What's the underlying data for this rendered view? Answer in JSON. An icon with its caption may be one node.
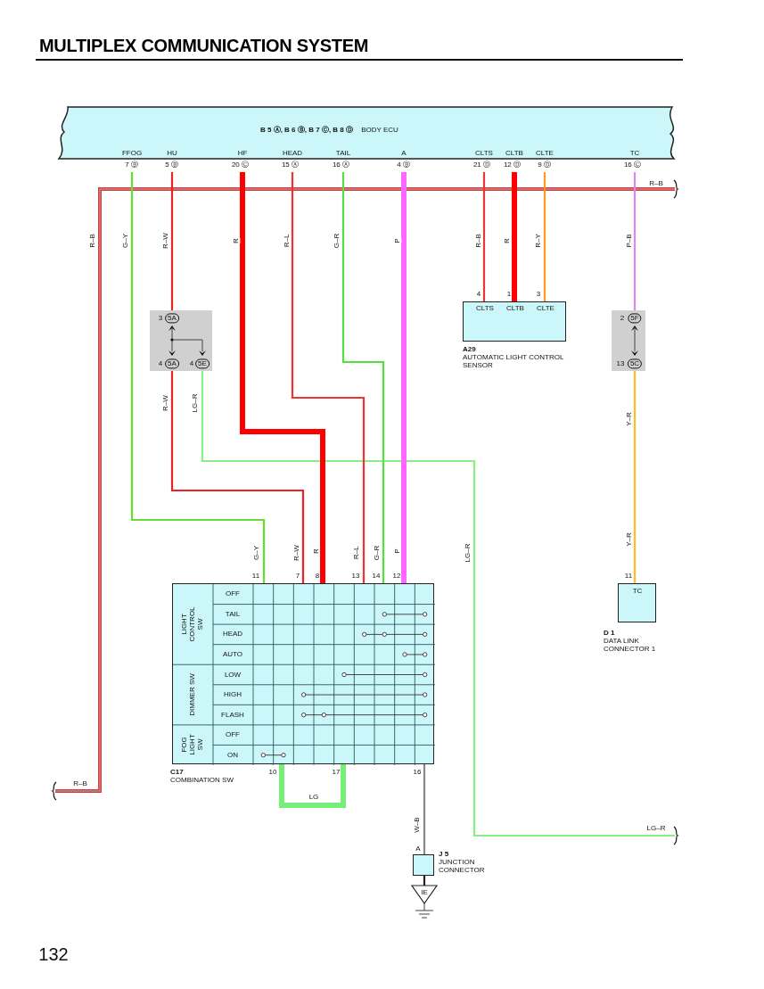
{
  "diagram": {
    "title": "MULTIPLEX COMMUNICATION SYSTEM",
    "nodes": [
      {
        "text": [
          "B 5 Ⓐ, B 6 Ⓑ, B 7 Ⓒ, B 8 Ⓓ",
          "BODY ECU",
          "FFOG",
          "HU",
          "HF",
          "HEAD",
          "TAIL",
          "A",
          "CLTS",
          "CLTB",
          "CLTE",
          "TC"
        ]
      },
      {
        "text": [
          "3",
          "5A",
          "4",
          "5A",
          "4",
          "5E"
        ]
      },
      {
        "text": [
          "2",
          "5F",
          "13",
          "5C"
        ]
      },
      {
        "text": [
          "CLTS",
          "CLTB",
          "CLTE",
          "A29",
          "AUTOMATIC LIGHT CONTROL SENSOR"
        ]
      },
      {
        "text": [
          "TC",
          "D 1",
          "DATA LINK CONNECTOR 1"
        ]
      },
      {
        "text": [
          "LIGHT CONTROL SW",
          "OFF",
          "TAIL",
          "HEAD",
          "AUTO",
          "DIMMER SW",
          "LOW",
          "HIGH",
          "FLASH",
          "FOG LIGHT SW",
          "OFF",
          "ON",
          "C17",
          "COMBINATION SW"
        ]
      },
      {
        "text": [
          "J 5",
          "JUNCTION CONNECTOR"
        ]
      },
      {
        "text": [
          "IE"
        ]
      }
    ],
    "edges": [
      {
        "from": 0,
        "to": 5,
        "arrow": "none",
        "label": "G–Y",
        "color": "#66dd33"
      },
      {
        "from": 0,
        "to": 1,
        "arrow": "none",
        "label": "R–W",
        "color": "#ee2222"
      },
      {
        "from": 1,
        "to": 5,
        "arrow": "none",
        "label": "R–W",
        "color": "#ee2222"
      },
      {
        "from": 1,
        "to": null,
        "arrow": "none",
        "label": "LG–R",
        "color": "#88ee88"
      },
      {
        "from": 0,
        "to": 5,
        "arrow": "none",
        "label": "R",
        "color": "#ff0000",
        "style": "thick"
      },
      {
        "from": 0,
        "to": 5,
        "arrow": "none",
        "label": "R–L",
        "color": "#ee3333"
      },
      {
        "from": 0,
        "to": 5,
        "arrow": "none",
        "label": "G–R",
        "color": "#55dd44"
      },
      {
        "from": 0,
        "to": 5,
        "arrow": "none",
        "label": "P",
        "color": "#ff66ff",
        "style": "thick"
      },
      {
        "from": 0,
        "to": 3,
        "arrow": "none",
        "label": "R–B",
        "color": "#ee3333"
      },
      {
        "from": 0,
        "to": 3,
        "arrow": "none",
        "label": "R",
        "color": "#ff0000",
        "style": "thick"
      },
      {
        "from": 0,
        "to": 3,
        "arrow": "none",
        "label": "R–Y",
        "color": "#ff9922"
      },
      {
        "from": 0,
        "to": 2,
        "arrow": "none",
        "label": "P–B",
        "color": "#dd88ee"
      },
      {
        "from": 2,
        "to": 4,
        "arrow": "none",
        "label": "Y–R",
        "color": "#ffbb22"
      },
      {
        "from": 5,
        "to": 5,
        "arrow": "none",
        "label": "LG",
        "color": "#77ee77",
        "style": "thick"
      },
      {
        "from": 5,
        "to": 6,
        "arrow": "none",
        "label": "W–B",
        "color": "#888888"
      },
      {
        "from": 6,
        "to": 7,
        "arrow": "none",
        "color": "#222222"
      }
    ],
    "labels": [
      "7 Ⓑ",
      "5 Ⓑ",
      "20 Ⓒ",
      "15 Ⓐ",
      "16 Ⓐ",
      "4 Ⓑ",
      "21 Ⓓ",
      "12 Ⓓ",
      "9 Ⓓ",
      "16 Ⓒ",
      "R–B",
      "R–B",
      "4",
      "1",
      "3",
      "11",
      "7",
      "8",
      "13",
      "14",
      "12",
      "G–Y",
      "R–W",
      "R",
      "R–L",
      "G–R",
      "P",
      "LG–R",
      "Y–R",
      "11",
      "10",
      "17",
      "16",
      "R–B",
      "A",
      "LG–R",
      "132"
    ]
  }
}
